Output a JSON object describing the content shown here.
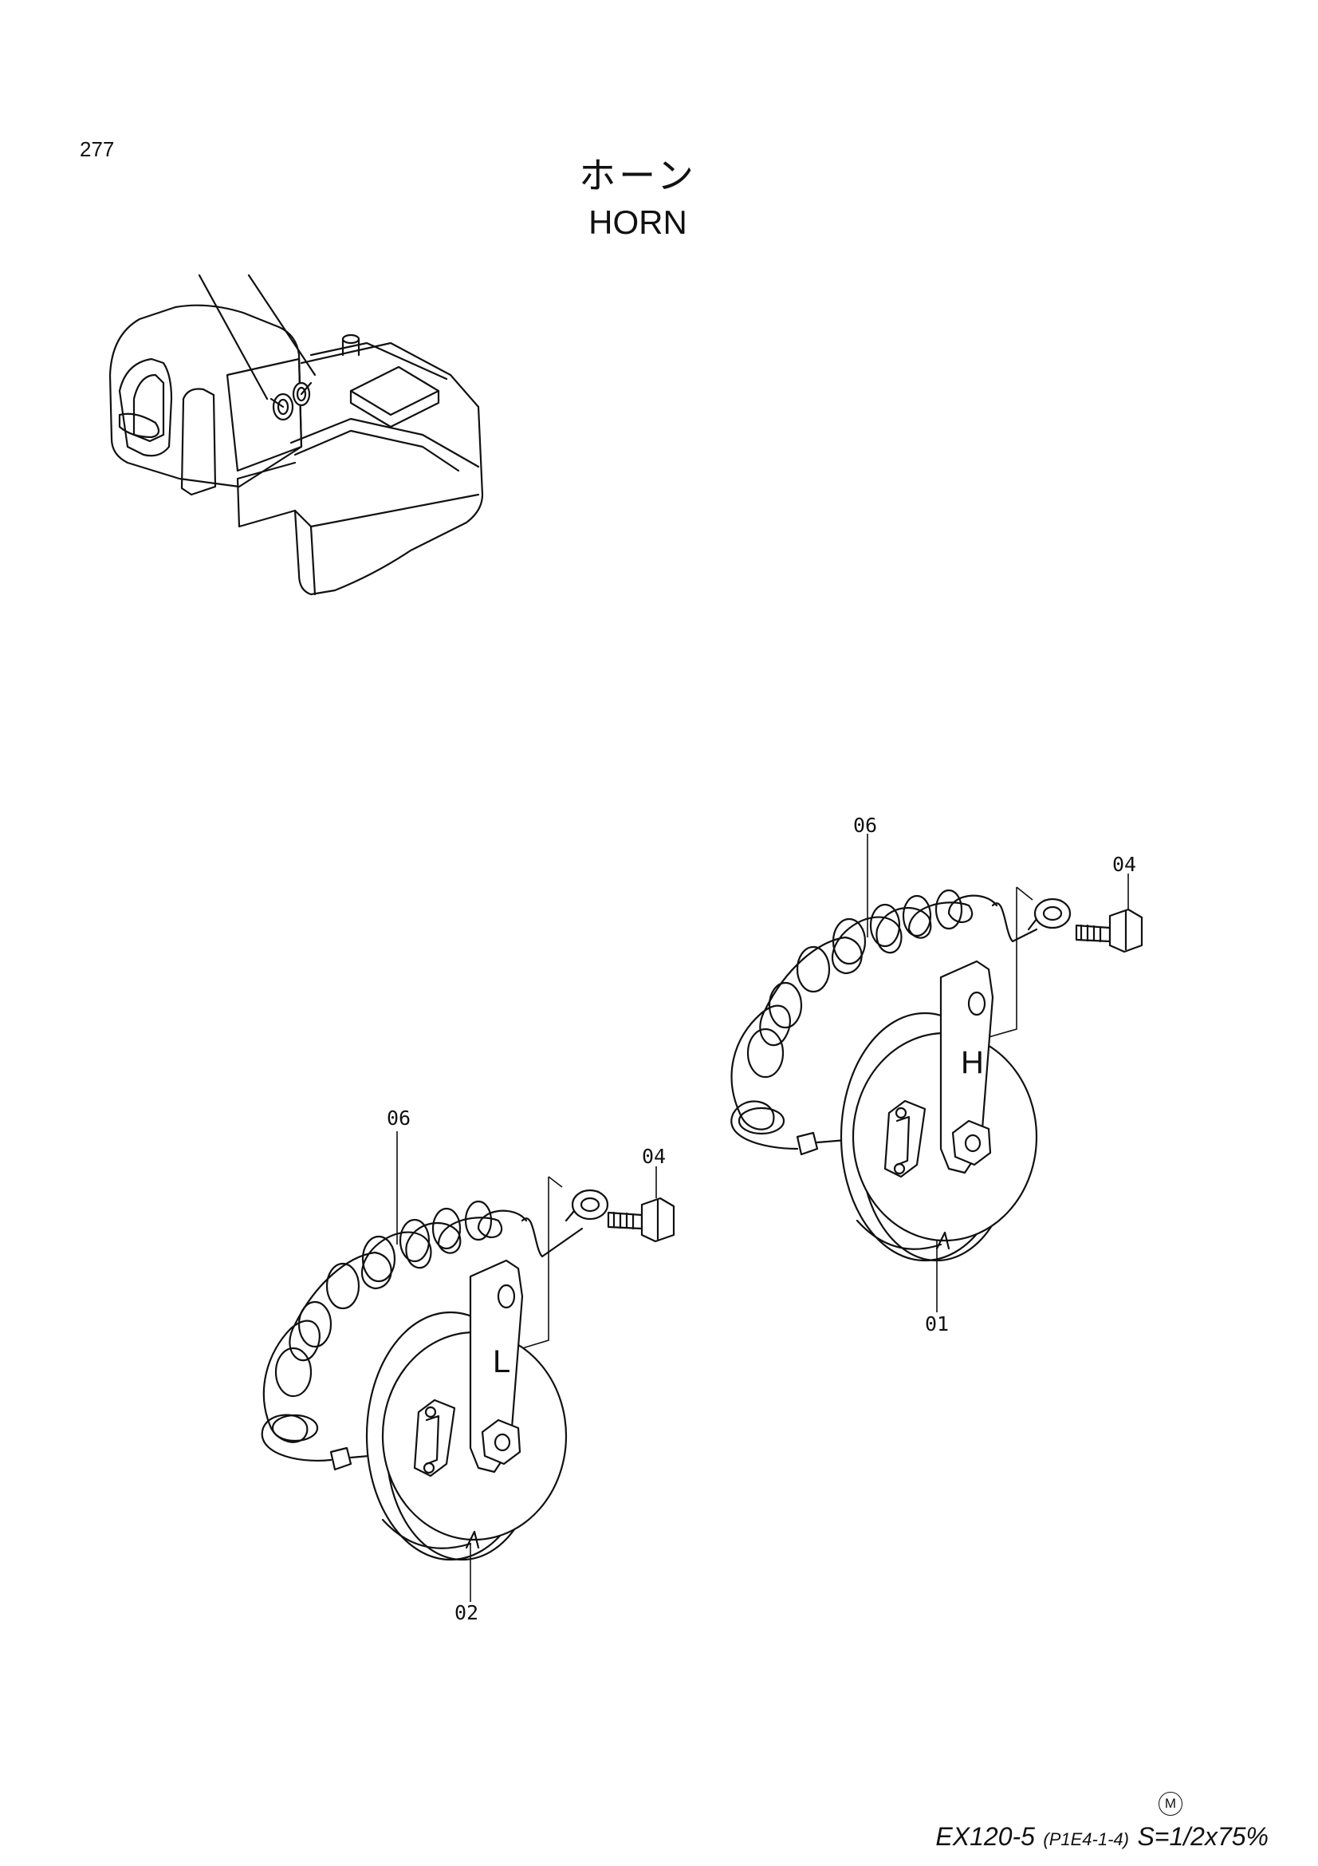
{
  "page_number": "277",
  "title_jp": "ホーン",
  "title_en": "HORN",
  "horns": {
    "high": {
      "mark": "H",
      "horn_callout": "01",
      "bolt_callout": "04",
      "harness_callout": "06"
    },
    "low": {
      "mark": "L",
      "horn_callout": "02",
      "bolt_callout": "04",
      "harness_callout": "06"
    }
  },
  "footer": {
    "mark": "M",
    "model": "EX120-5",
    "code": "(P1E4-1-4)",
    "scale": "S=1/2x75%"
  }
}
